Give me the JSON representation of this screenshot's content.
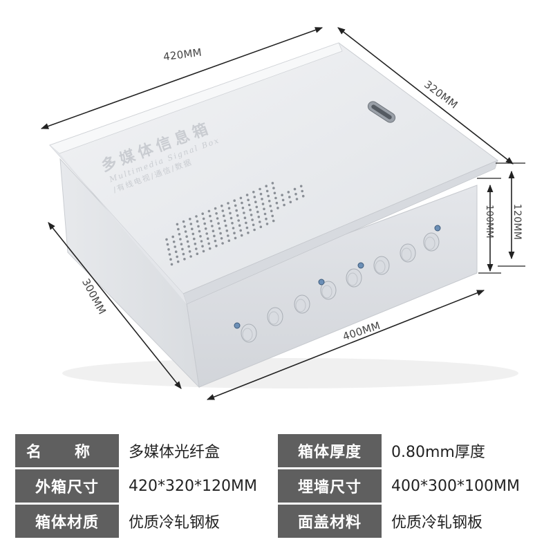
{
  "product_image": {
    "box_label_title": "多媒体信息箱",
    "box_label_subtitle": "Multimedia Signal Box",
    "box_label_line3": "/有线电视/通信/数据"
  },
  "dimensions": {
    "top_width": "420MM",
    "top_depth": "320MM",
    "outer_height": "120MM",
    "inner_height": "100MM",
    "bottom_depth": "300MM",
    "bottom_width": "400MM"
  },
  "spec_table": {
    "rows": [
      {
        "label_left_a": "名",
        "label_left_b": "称",
        "value_left": "多媒体光纤盒",
        "label_right": "箱体厚度",
        "value_right": "0.80mm厚度"
      },
      {
        "label_left": "外箱尺寸",
        "value_left": "420*320*120MM",
        "label_right": "埋墙尺寸",
        "value_right": "400*300*100MM"
      },
      {
        "label_left": "箱体材质",
        "value_left": "优质冷轧钢板",
        "label_right": "面盖材料",
        "value_right": "优质冷轧钢板"
      }
    ]
  },
  "colors": {
    "header_cell_bg": "#5f5f5f",
    "box_surface": "#e9ebee"
  }
}
